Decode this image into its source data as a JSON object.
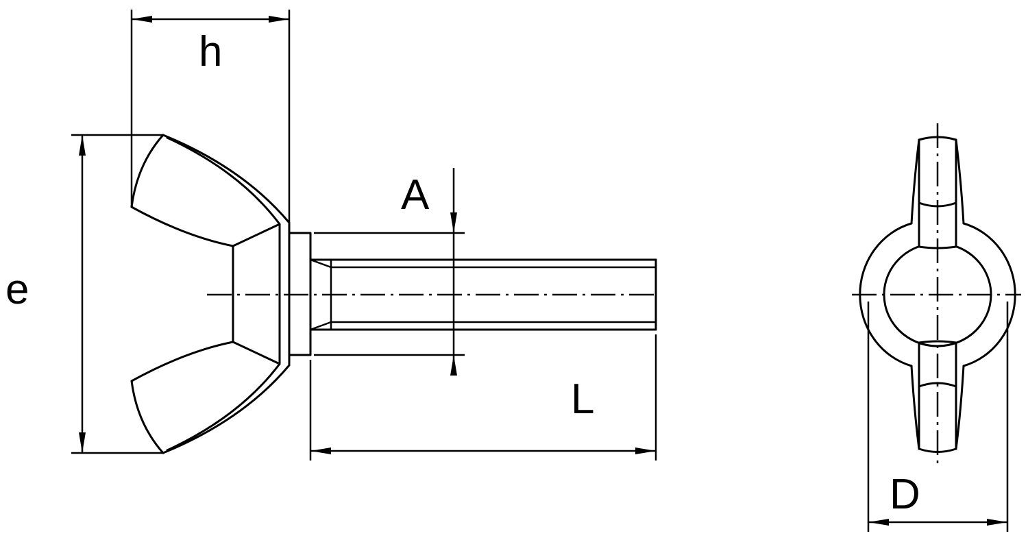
{
  "drawing": {
    "colors": {
      "line": "#000000",
      "background": "#ffffff"
    },
    "dimensions": {
      "h": "h",
      "e": "e",
      "A": "A",
      "L": "L",
      "D": "D"
    }
  }
}
